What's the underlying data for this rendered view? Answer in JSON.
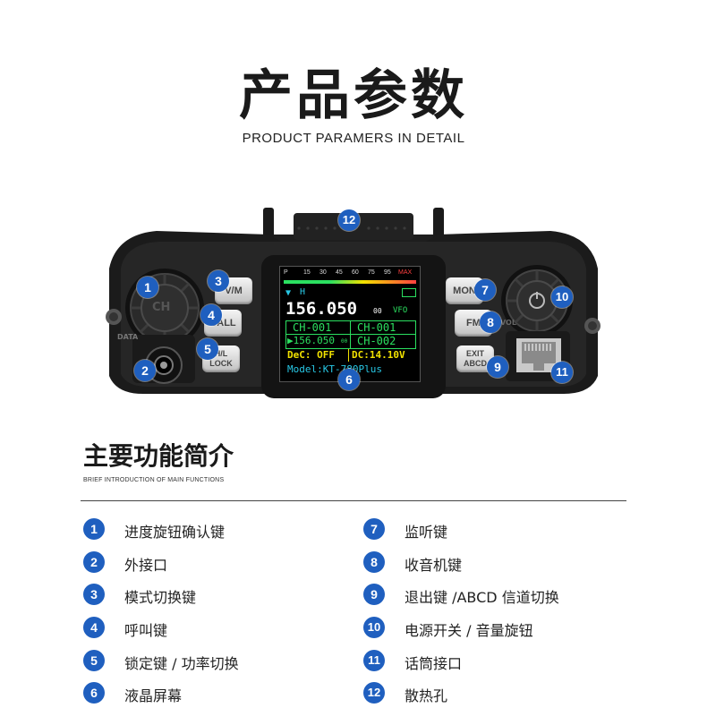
{
  "header": {
    "title": "产品参数",
    "subtitle": "PRODUCT PARAMERS IN DETAIL"
  },
  "radio": {
    "knob_left_label": "CH",
    "port_label": "DATA",
    "vol_label": "VOL",
    "buttons": {
      "vm": "V/M",
      "call": "CALL",
      "lock": "H/L LOCK",
      "mon": "MON",
      "fm": "FM",
      "exit": "EXIT ABCD"
    },
    "screen": {
      "scale": [
        "P",
        "15",
        "30",
        "45",
        "60",
        "75",
        "95",
        "MAX"
      ],
      "indicators": "H",
      "frequency": "156.050",
      "freq_small": "00",
      "mode": "VFO",
      "ch_a1": "CH-001",
      "ch_b1": "CH-001",
      "freq_a2": "▶156.050",
      "freq_a2_small": "00",
      "ch_b2": "CH-002",
      "dec": "DeC:  OFF",
      "dc": "DC:14.10V",
      "model": "Model:KT-780Plus"
    },
    "callouts": [
      "1",
      "2",
      "3",
      "4",
      "5",
      "6",
      "7",
      "8",
      "9",
      "10",
      "11",
      "12"
    ]
  },
  "functions": {
    "title": "主要功能简介",
    "subtitle": "BRIEF INTRODUCTION OF MAIN FUNCTIONS",
    "left": [
      {
        "num": "1",
        "label": "进度旋钮确认键"
      },
      {
        "num": "2",
        "label": "外接口"
      },
      {
        "num": "3",
        "label": "模式切换键"
      },
      {
        "num": "4",
        "label": "呼叫键"
      },
      {
        "num": "5",
        "label": "锁定键 / 功率切换"
      },
      {
        "num": "6",
        "label": "液晶屏幕"
      }
    ],
    "right": [
      {
        "num": "7",
        "label": "监听键"
      },
      {
        "num": "8",
        "label": "收音机键"
      },
      {
        "num": "9",
        "label": "退出键 /ABCD 信道切换"
      },
      {
        "num": "10",
        "label": "电源开关 / 音量旋钮"
      },
      {
        "num": "11",
        "label": "话筒接口"
      },
      {
        "num": "12",
        "label": "散热孔"
      }
    ]
  },
  "colors": {
    "badge": "#1f5fbf",
    "body": "#1c1c1c",
    "screen_cyan": "#28c8e6",
    "screen_green": "#2be060",
    "screen_yellow": "#f2e200"
  }
}
